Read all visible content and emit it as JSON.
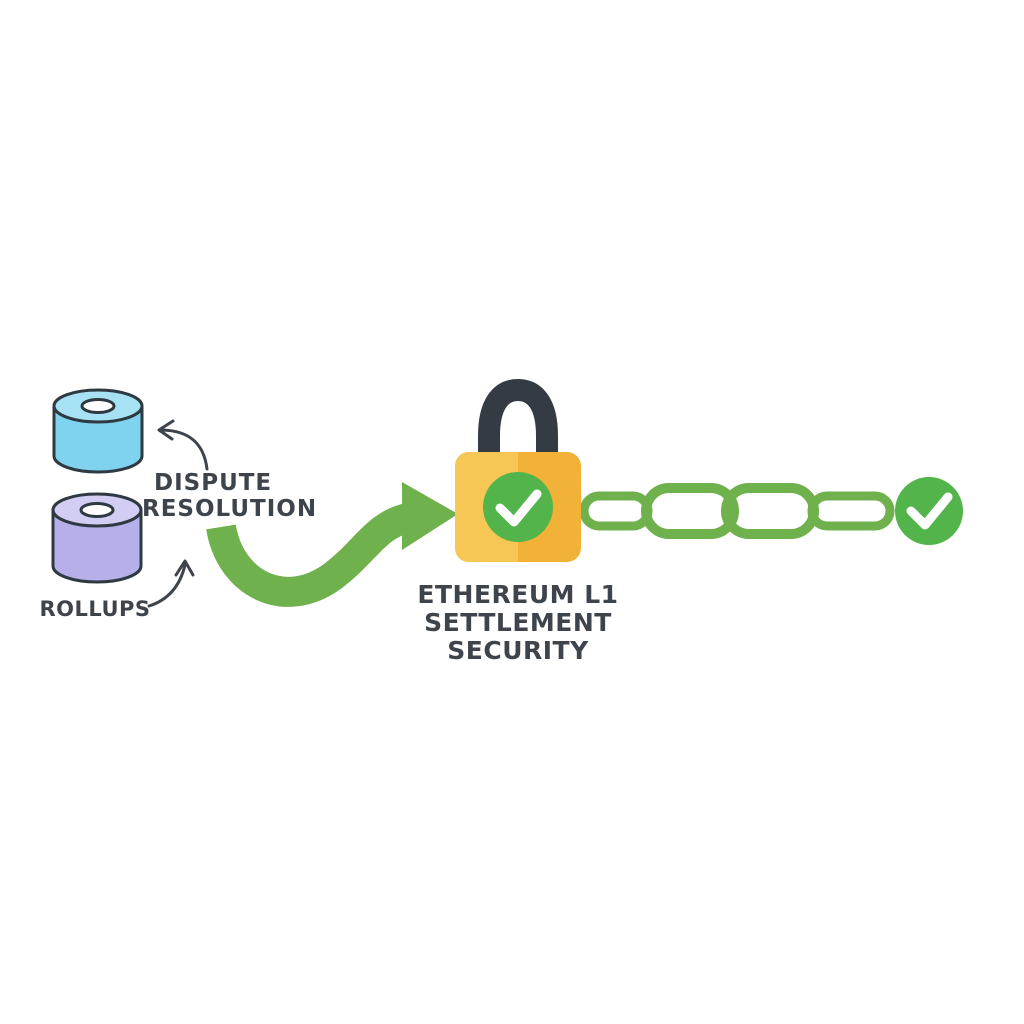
{
  "diagram": {
    "type": "flow-illustration",
    "background": "#ffffff",
    "nodes": {
      "rollups": {
        "label": "ROLLUPS",
        "icon": "stacked-cylinders",
        "cylinder_colors": [
          "#7fd3ee",
          "#b6b0ea"
        ]
      },
      "dispute": {
        "line1": "DISPUTE",
        "line2": "RESOLUTION"
      },
      "settlement": {
        "line1": "ETHEREUM L1",
        "line2": "SETTLEMENT",
        "line3": "SECURITY",
        "icon": "padlock-with-checkmark"
      },
      "finality": {
        "icon": "checkmark-circle"
      }
    },
    "connectors": {
      "flow_arrow": "green-s-curve-arrow-right",
      "pointer_arrows": "thin-curved-arrows-to-cylinders",
      "chain": "green-chain-links"
    },
    "colors": {
      "green": "#6fb14c",
      "check_green": "#53b44b",
      "lock_gold": "#f2b238",
      "lock_gold_light": "#f6c754",
      "shackle": "#343b43",
      "cyan_body": "#7fd3ee",
      "cyan_top": "#a7e2f4",
      "purple_body": "#b6b0ea",
      "purple_top": "#d2cdf3",
      "outline": "#2e3942",
      "text": "#3e444b",
      "white": "#ffffff"
    }
  }
}
